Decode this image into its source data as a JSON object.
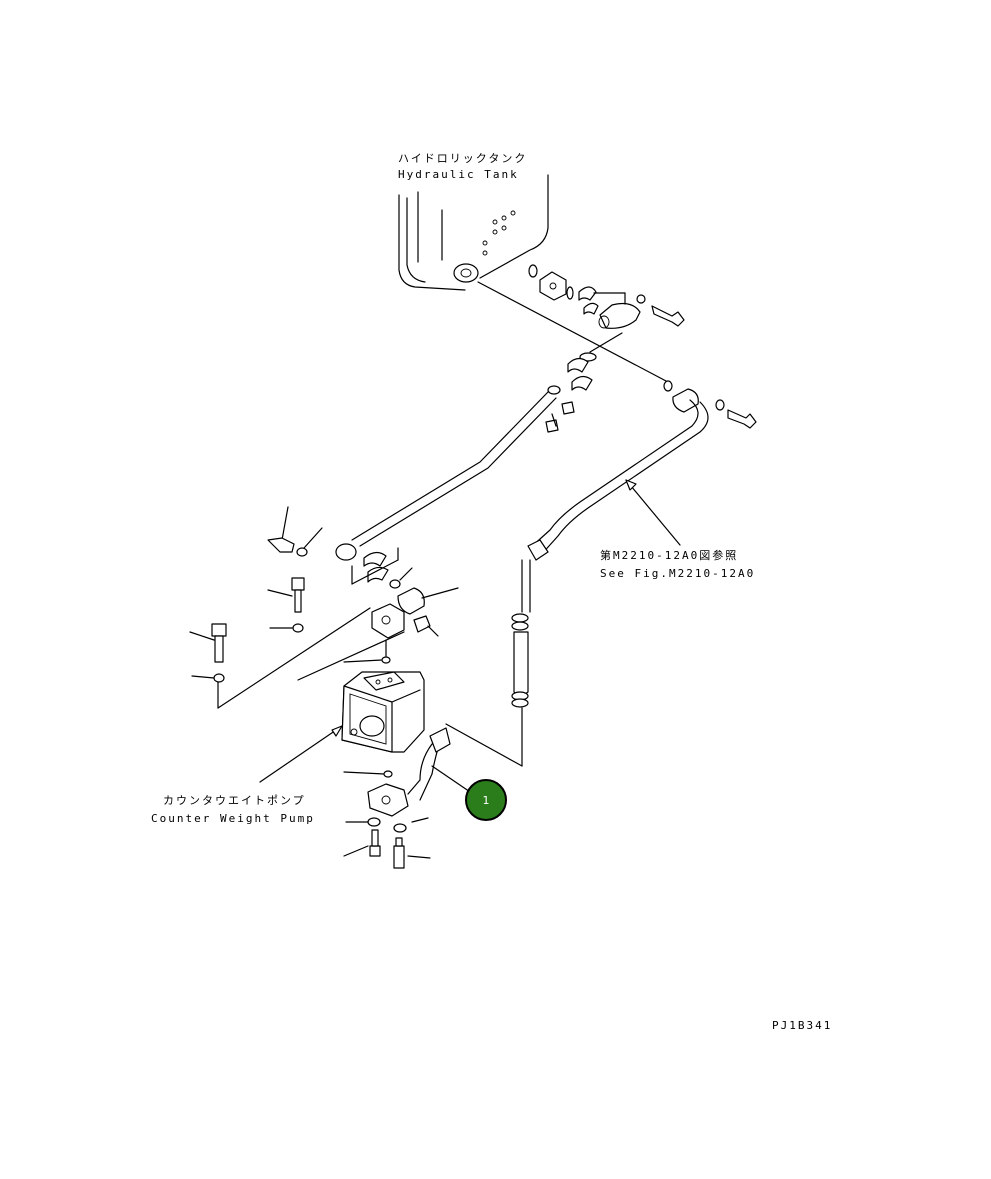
{
  "labels": {
    "hydraulic_tank_jp": "ハイドロリックタンク",
    "hydraulic_tank_en": "Hydraulic Tank",
    "see_fig_jp": "第M2210-12A0図参照",
    "see_fig_en": "See Fig.M2210-12A0",
    "pump_jp": "カウンタウエイトポンプ",
    "pump_en": "Counter Weight Pump",
    "drawing_no": "PJ1B341"
  },
  "callouts": [
    {
      "number": "1"
    }
  ],
  "colors": {
    "callout_fill": "#2a7d1a",
    "line": "#000000"
  }
}
